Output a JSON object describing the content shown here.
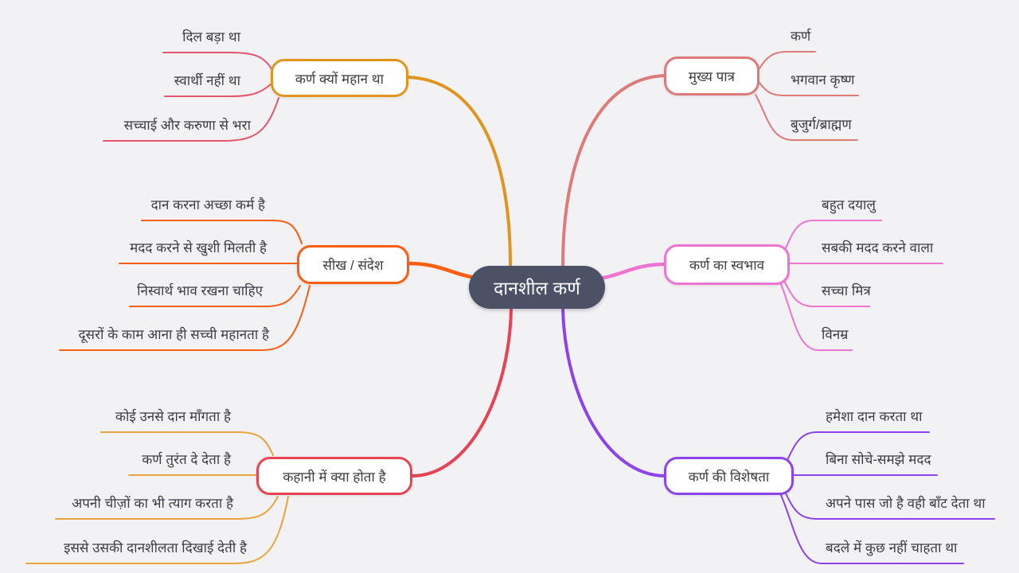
{
  "background_color": "#f2f2f4",
  "root": {
    "label": "दानशील कर्ण",
    "fill_color": "#4d5166",
    "text_color": "#fafafc"
  },
  "branches": [
    {
      "id": "why-great",
      "label": "कर्ण क्यों महान था",
      "position": "top-left",
      "node_color": "#e0951f",
      "child_color": "#e4566b",
      "children": [
        "दिल बड़ा था",
        "स्वार्थी नहीं था",
        "सच्चाई और करुणा से भरा"
      ]
    },
    {
      "id": "lesson-message",
      "label": "सीख / संदेश",
      "position": "middle-left",
      "node_color": "#fa5e10",
      "child_color": "#fa5e10",
      "children": [
        "दान करना अच्छा कर्म है",
        "मदद करने से खुशी मिलती है",
        "निस्वार्थ भाव रखना चाहिए",
        "दूसरों के काम आना ही सच्ची महानता है"
      ]
    },
    {
      "id": "story-events",
      "label": "कहानी में क्या होता है",
      "position": "bottom-left",
      "node_color": "#e64355",
      "child_color": "#e8a43e",
      "children": [
        "कोई उनसे दान माँगता है",
        "कर्ण तुरंत दे देता है",
        "अपनी चीज़ों का भी त्याग करता है",
        "इससे उसकी दानशीलता दिखाई देती है"
      ]
    },
    {
      "id": "main-characters",
      "label": "मुख्य पात्र",
      "position": "top-right",
      "node_color": "#dd7a7a",
      "child_color": "#dd7a7a",
      "children": [
        "कर्ण",
        "भगवान कृष्ण",
        "बुजुर्ग/ब्राह्मण"
      ]
    },
    {
      "id": "karna-nature",
      "label": "कर्ण का स्वभाव",
      "position": "middle-right",
      "node_color": "#ee74d2",
      "child_color": "#ee74d2",
      "children": [
        "बहुत दयालु",
        "सबकी मदद करने वाला",
        "सच्चा मित्र",
        "विनम्र"
      ]
    },
    {
      "id": "karna-specialty",
      "label": "कर्ण की विशेषता",
      "position": "bottom-right",
      "node_color": "#8c44ea",
      "child_color": "#8c44ea",
      "children": [
        "हमेशा दान करता था",
        "बिना सोचे-समझे मदद",
        "अपने पास जो है वही बाँट देता था",
        "बदले में कुछ नहीं चाहता था"
      ]
    }
  ]
}
